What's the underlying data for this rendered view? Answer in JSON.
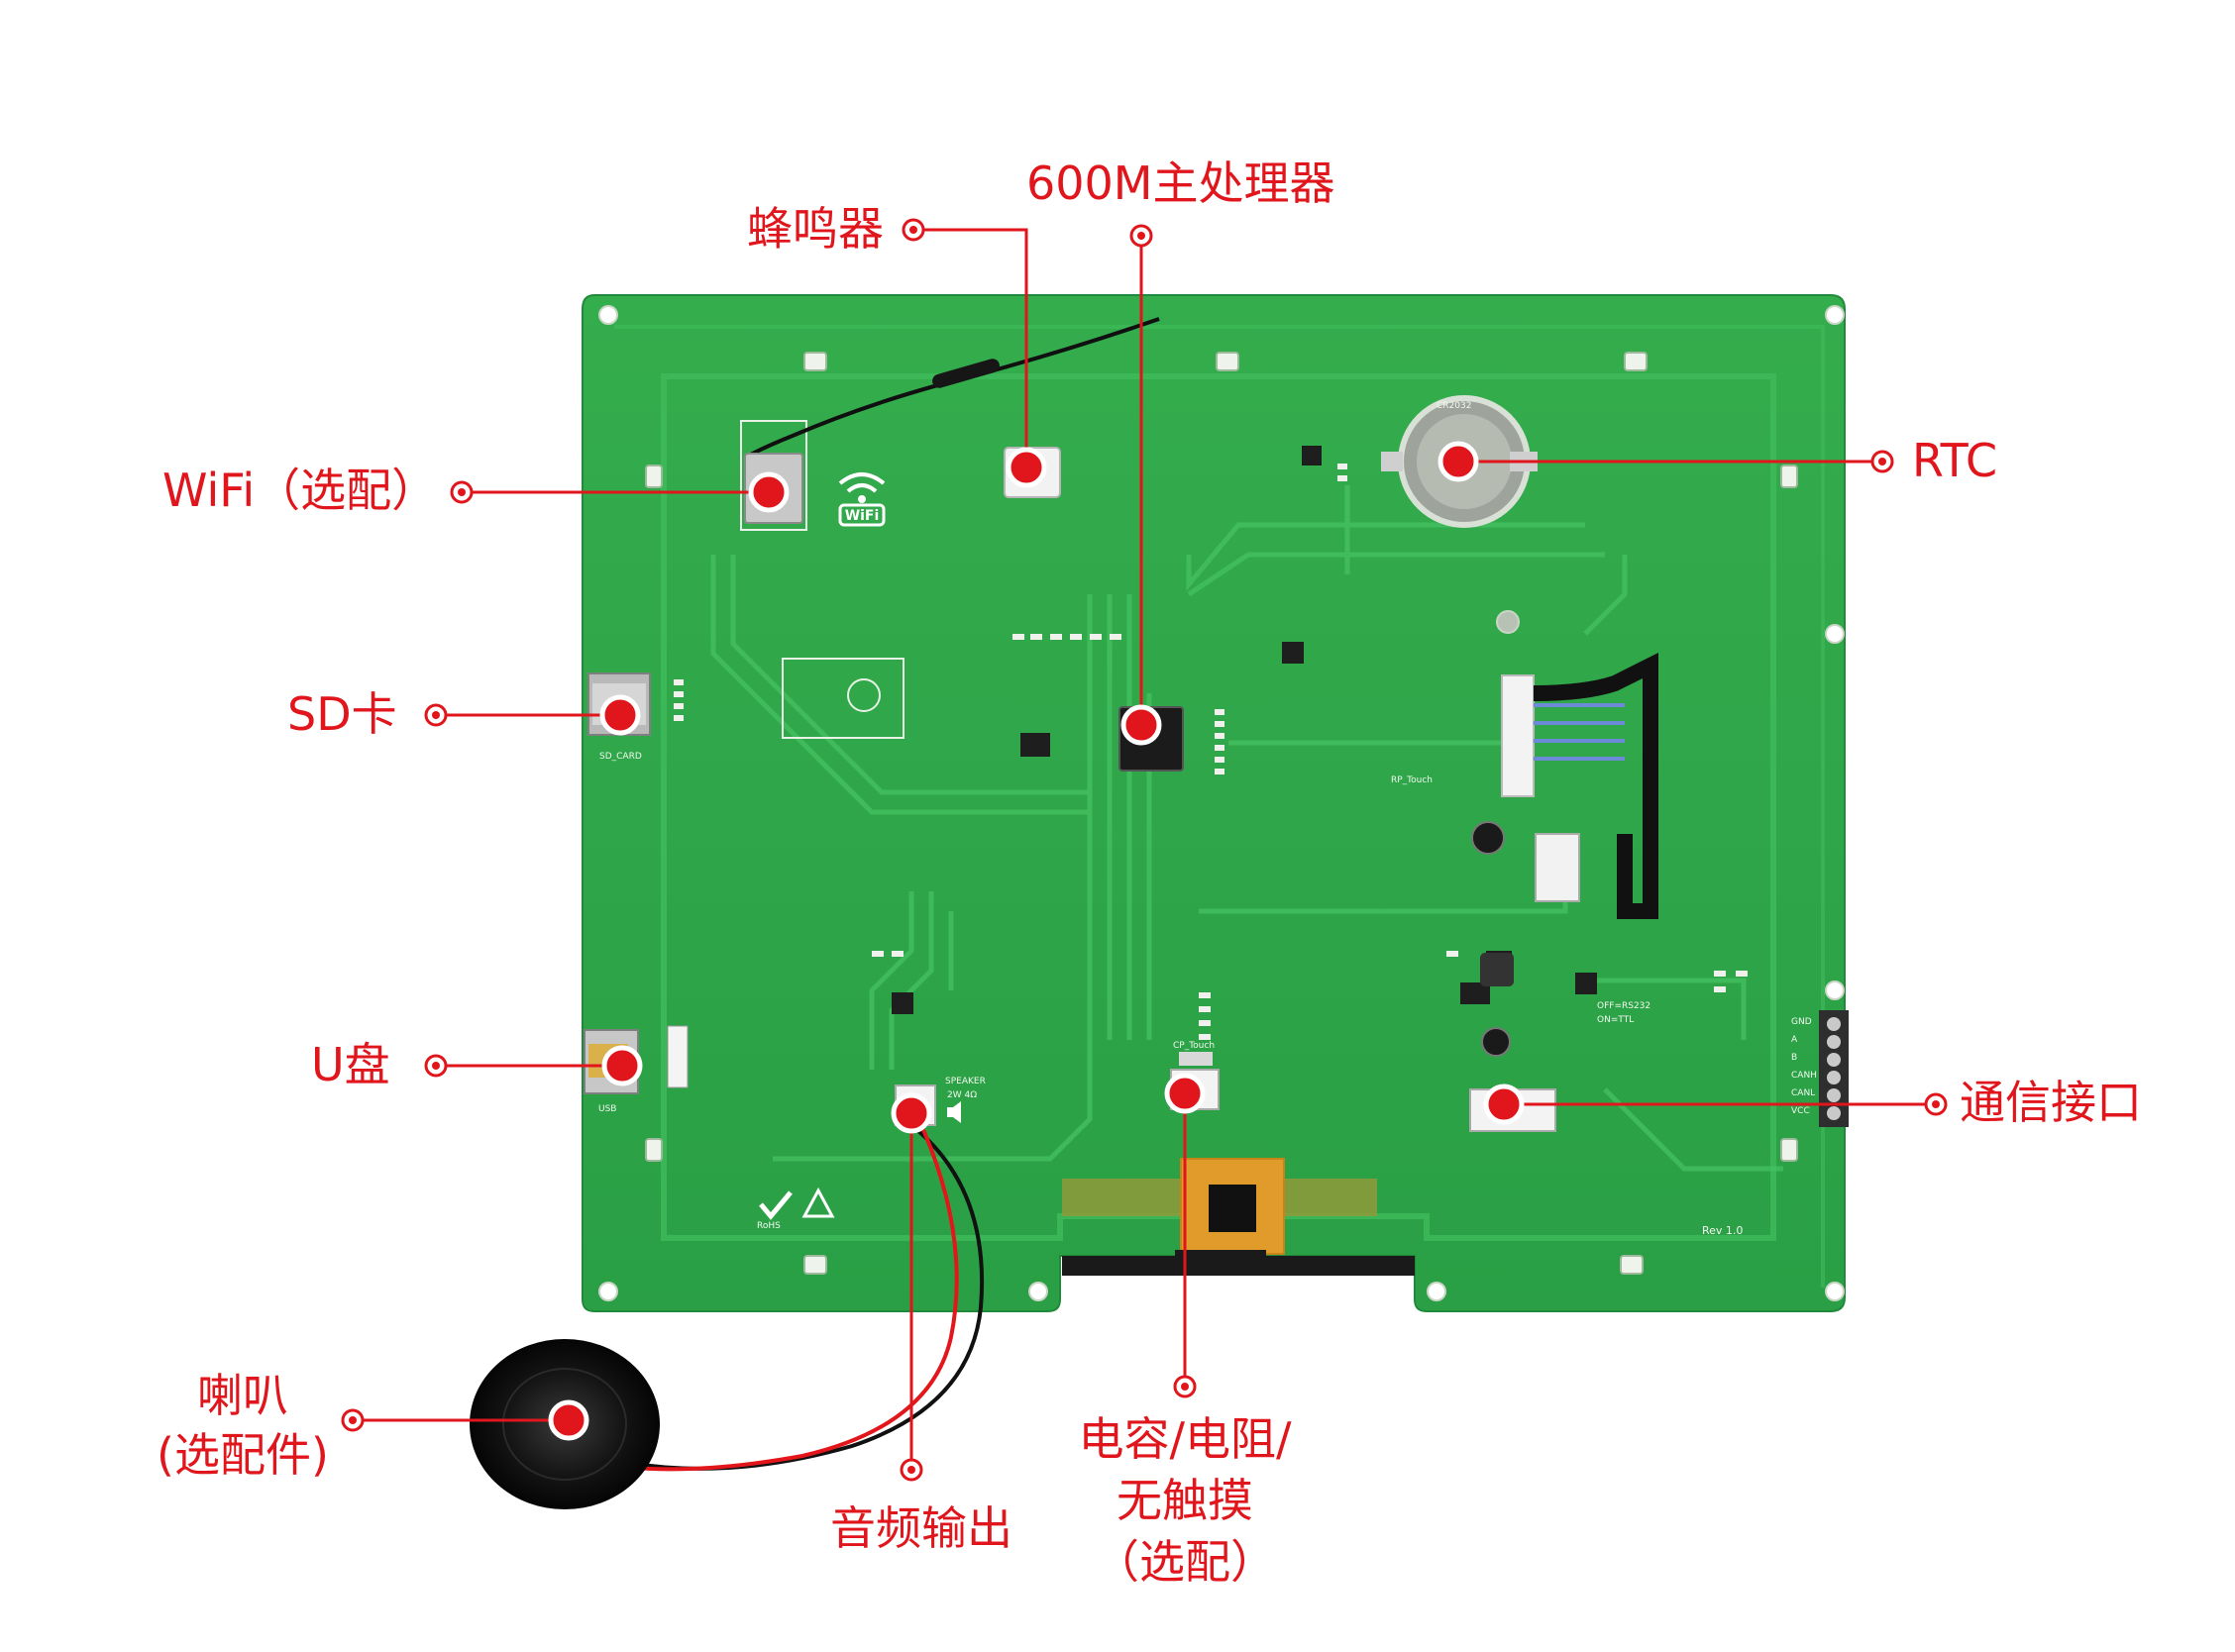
{
  "callouts": {
    "buzzer": "蜂鸣器",
    "cpu": "600M主处理器",
    "wifi": "WiFi（选配）",
    "rtc": "RTC",
    "sd": "SD卡",
    "usb": "U盘",
    "comm": "通信接口",
    "speaker_line1": "喇叭",
    "speaker_line2": "(选配件)",
    "audio_out": "音频输出",
    "touch_line1": "电容/电阻/",
    "touch_line2": "无触摸",
    "touch_line3": "（选配）"
  },
  "board_text": {
    "sd_card": "SD_CARD",
    "usb": "USB",
    "speaker": "SPEAKER",
    "speaker_spec": "2W 4Ω",
    "cp_touch": "CP_Touch",
    "rp_touch": "RP_Touch",
    "rev": "Rev 1.0",
    "battery": "CR2032",
    "rohs": "RoHS",
    "rs232": "OFF=RS232",
    "ttl": "ON=TTL",
    "conn_pins": [
      "GND",
      "A",
      "B",
      "CANH",
      "CANL",
      "VCC"
    ]
  },
  "colors": {
    "callout": "#e0161c",
    "pcb": "#2fa84a",
    "pcb_trace": "#3cb657",
    "silkscreen": "#f2f7f0"
  },
  "icons": [
    "wifi-icon",
    "speaker-icon",
    "rohs-check-icon",
    "esd-warning-icon"
  ]
}
